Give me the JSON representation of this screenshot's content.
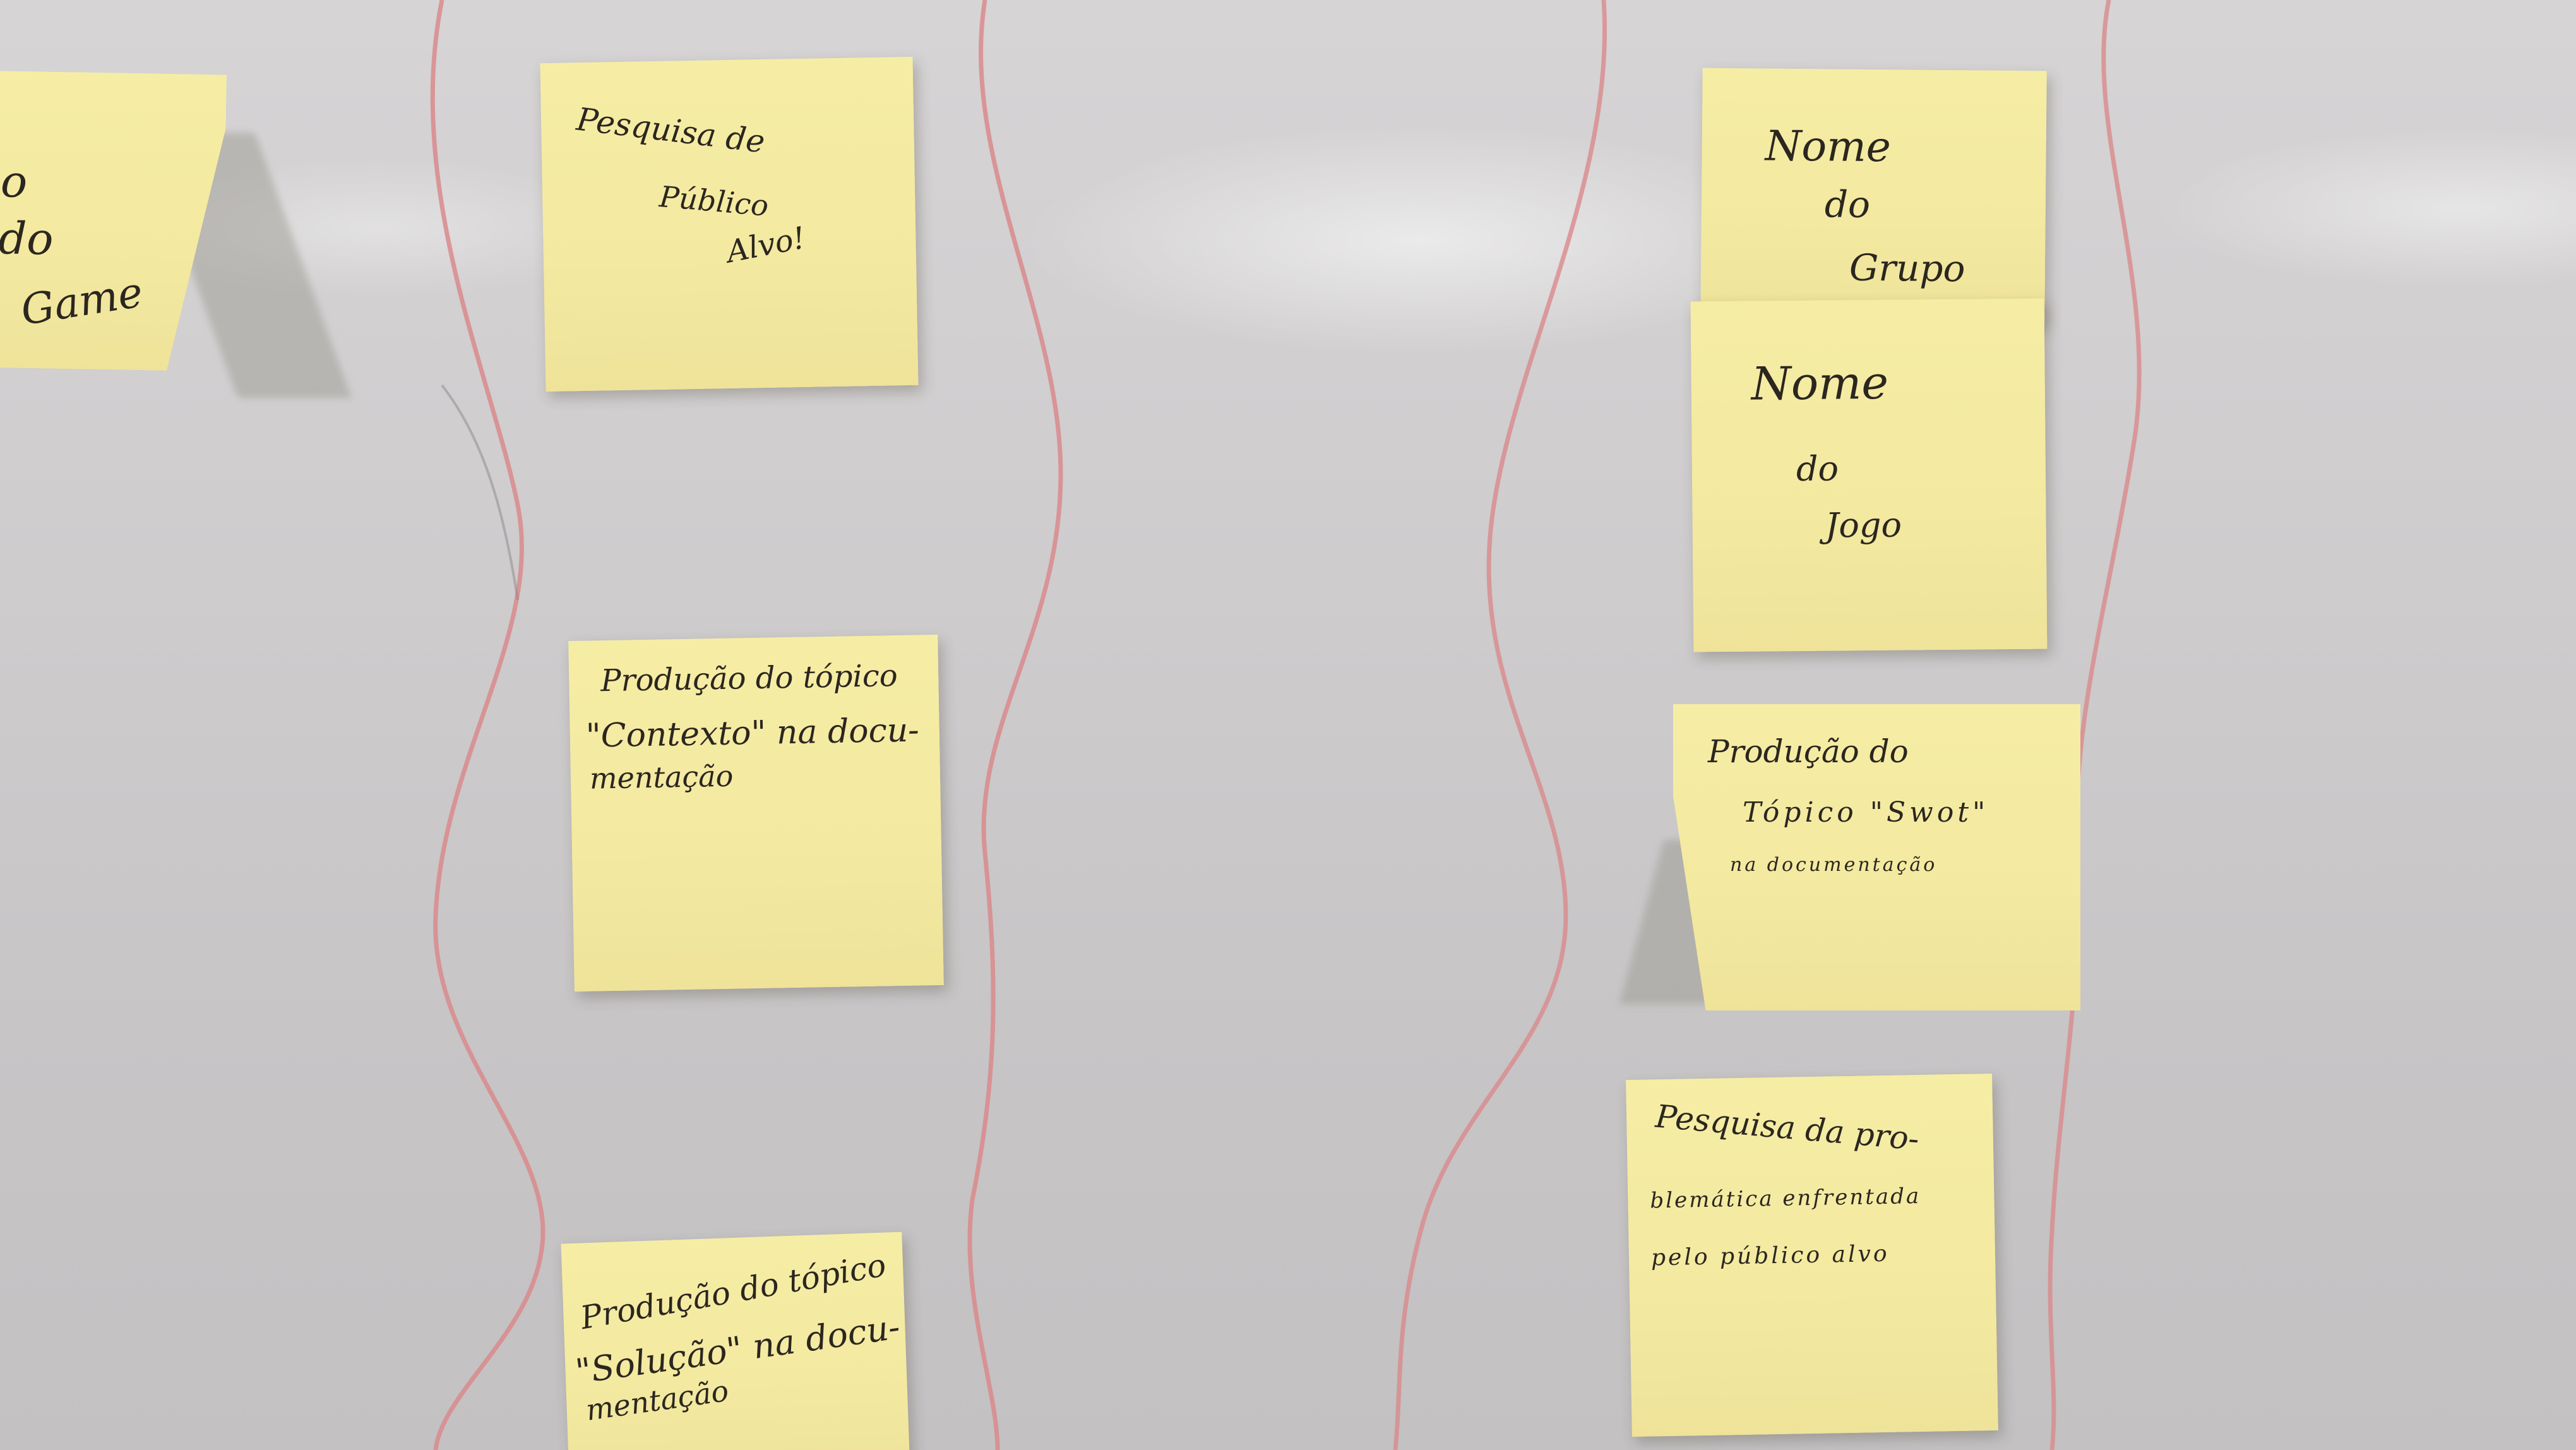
{
  "notes": {
    "left_partial": {
      "lines": [
        "o",
        "do",
        "Game"
      ]
    },
    "target_audience": {
      "lines": [
        "Pesquisa de",
        "Público",
        "Alvo!"
      ]
    },
    "context_topic": {
      "lines": [
        "Produção do tópico",
        "\"Contexto\" na docu-",
        "mentação"
      ]
    },
    "solution_topic": {
      "lines": [
        "Produção do tópico",
        "\"Solução\" na docu-",
        "mentação"
      ]
    },
    "group_name": {
      "lines": [
        "Nome",
        "do",
        "Grupo"
      ]
    },
    "game_name": {
      "lines": [
        "Nome",
        "do",
        "Jogo"
      ]
    },
    "swot_topic": {
      "lines": [
        "Produção do",
        "Tópico \"Swot\"",
        "na documentação"
      ]
    },
    "problem_research": {
      "lines": [
        "Pesquisa da pro-",
        "blemática enfrentada",
        "pelo público alvo"
      ]
    }
  },
  "colors": {
    "note_yellow": "#f4eaa1",
    "marker_red": "#d98a8c",
    "board_gray": "#cfcdce",
    "ink": "#2b261f"
  }
}
